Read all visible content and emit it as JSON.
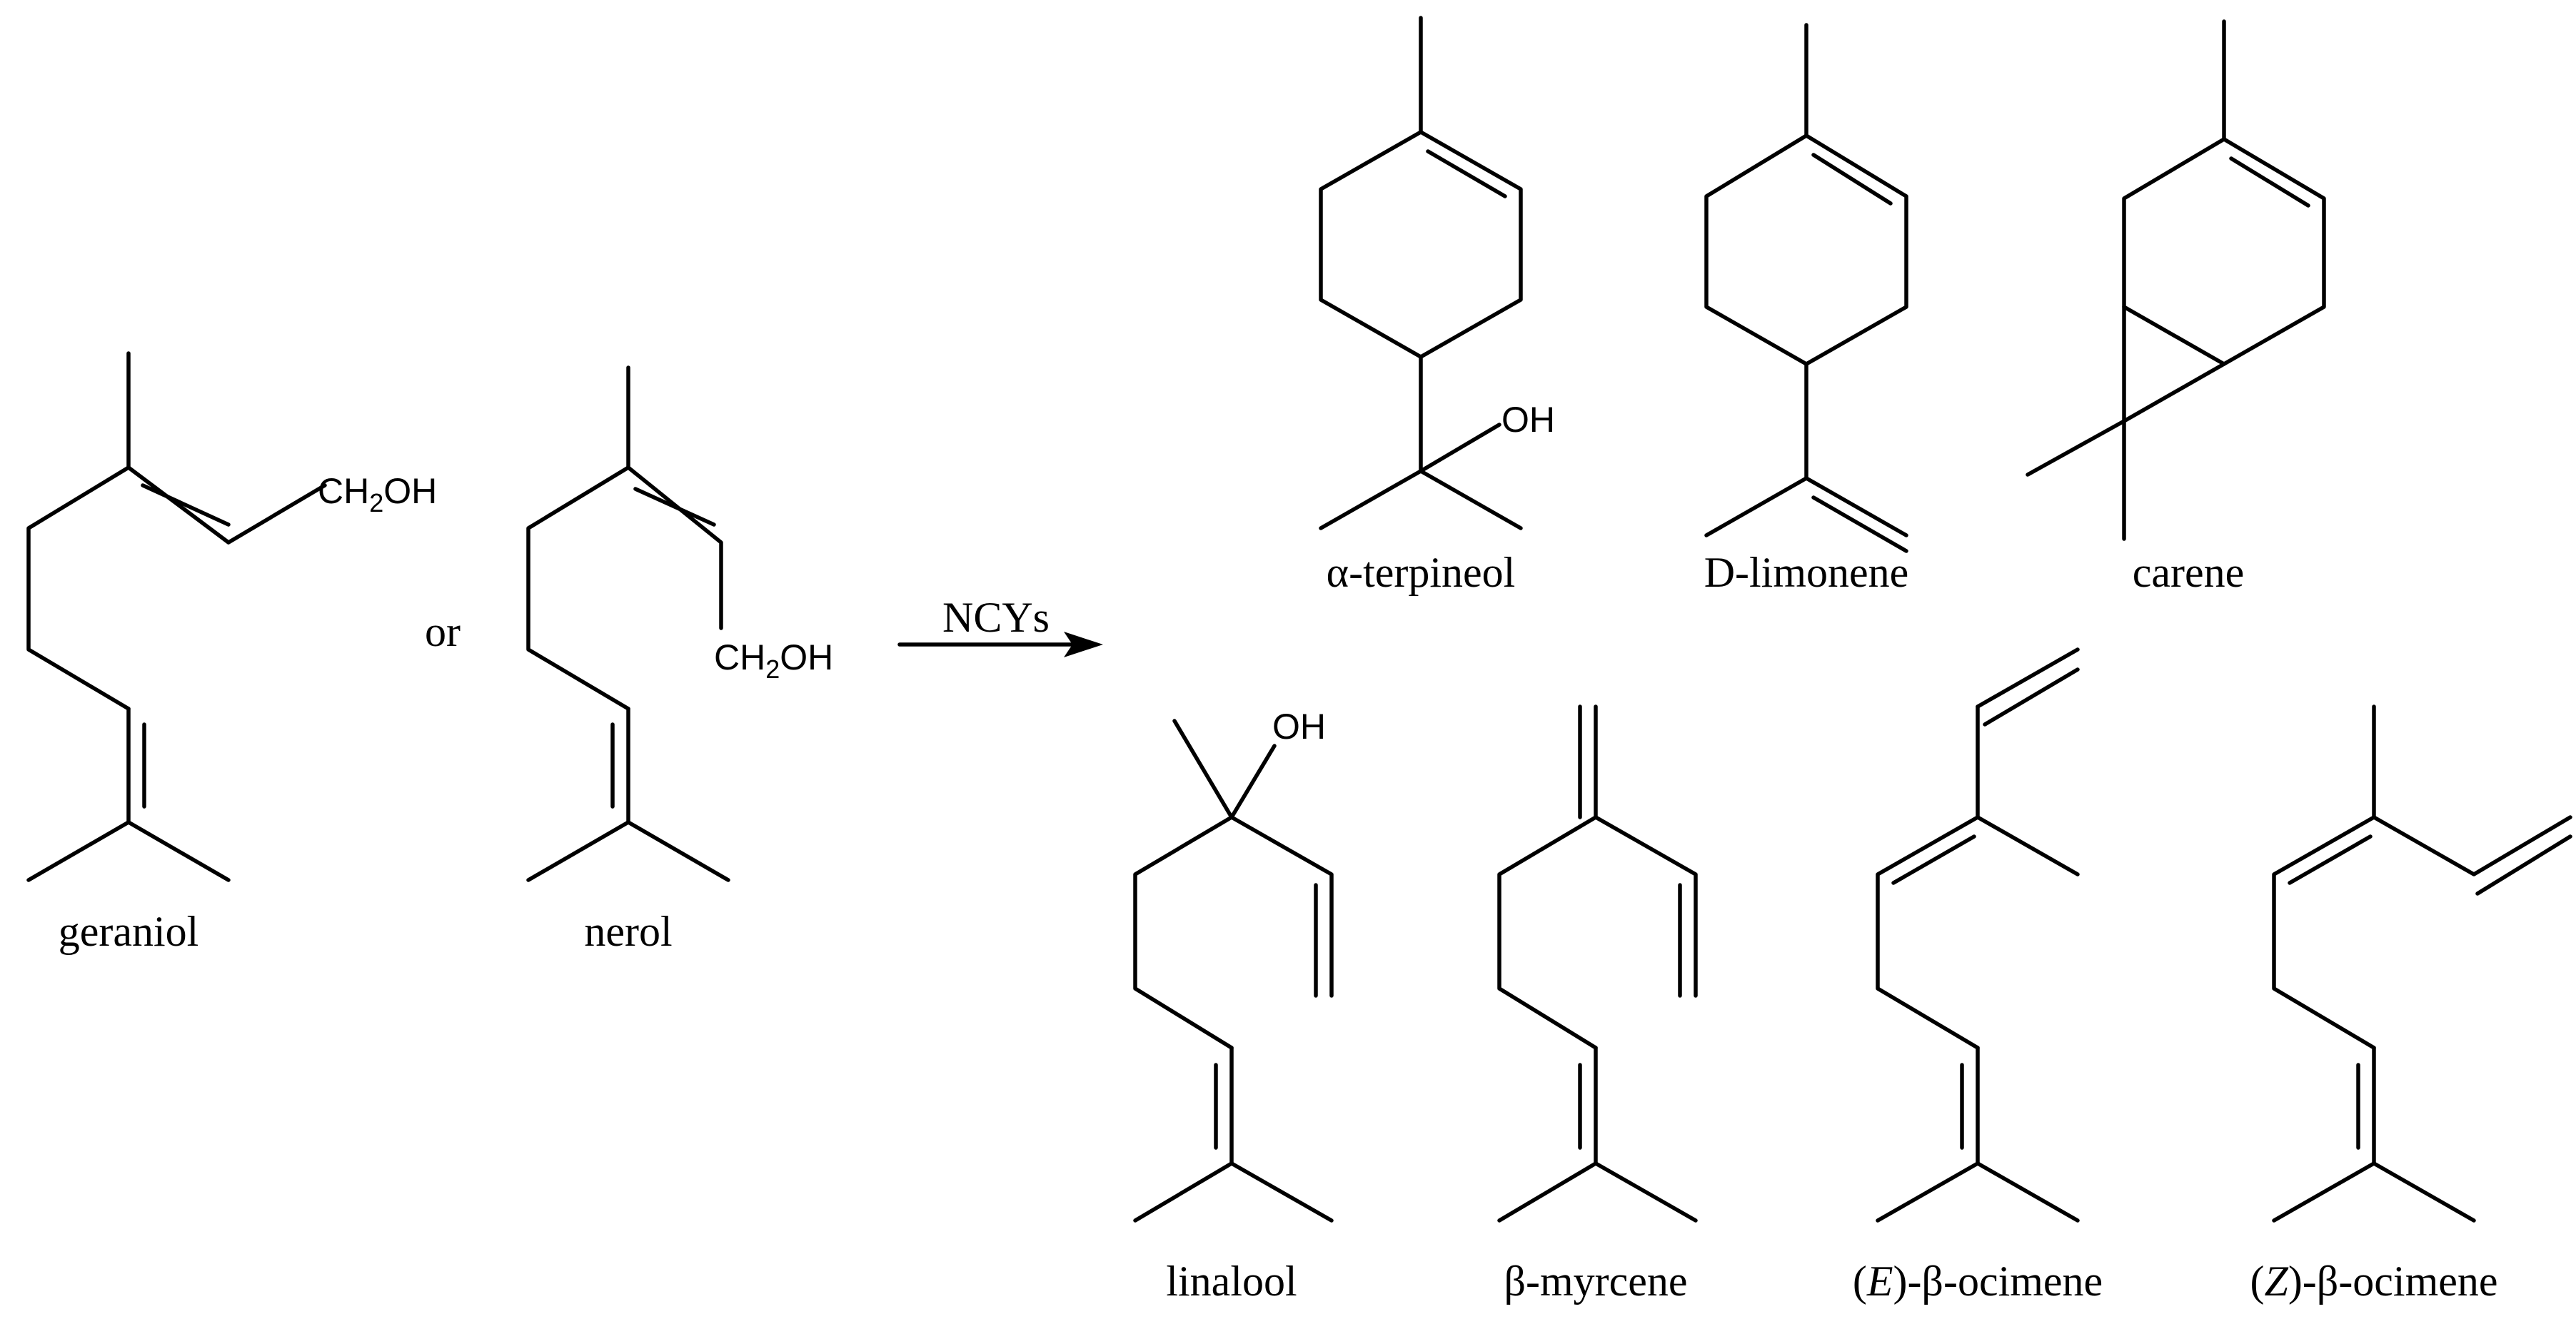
{
  "reaction": {
    "or_text": "or",
    "reagent": "NCYs"
  },
  "substrates": {
    "geraniol": {
      "name": "geraniol",
      "group": "CH2OH",
      "group_main": "CH",
      "group_sub": "2",
      "group_tail": "OH"
    },
    "nerol": {
      "name": "nerol",
      "group": "CH2OH",
      "group_main": "CH",
      "group_sub": "2",
      "group_tail": "OH"
    }
  },
  "products": {
    "alpha_terpineol": {
      "name": "α-terpineol",
      "group": "OH"
    },
    "d_limonene": {
      "name": "D-limonene"
    },
    "carene": {
      "name": "carene"
    },
    "linalool": {
      "name": "linalool",
      "group": "OH"
    },
    "beta_myrcene": {
      "name": "β-myrcene"
    },
    "e_beta_ocimene": {
      "name": "(E)-β-ocimene",
      "prefix_open": "(",
      "stereo": "E",
      "suffix": ")-β-ocimene"
    },
    "z_beta_ocimene": {
      "name": "(Z)-β-ocimene",
      "prefix_open": "(",
      "stereo": "Z",
      "suffix": ")-β-ocimene"
    }
  }
}
